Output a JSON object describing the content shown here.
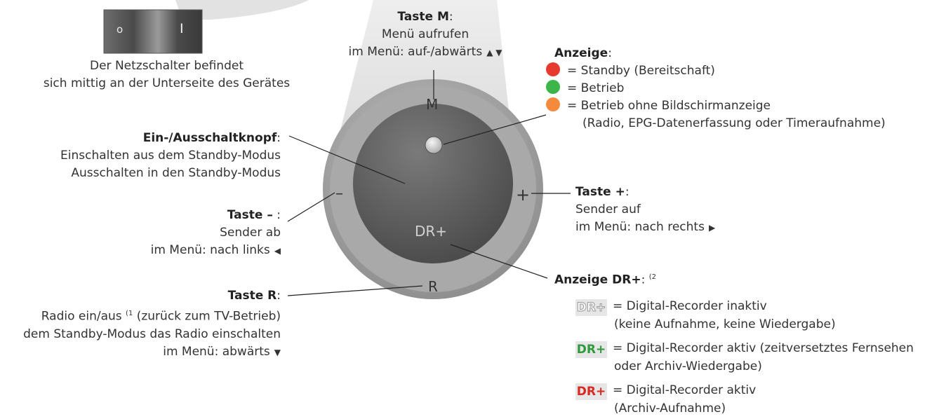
{
  "switch": {
    "off_mark": "o",
    "on_mark": "I",
    "caption_1": "Der Netzschalter befindet",
    "caption_2": "sich mittig an der Unterseite des Gerätes"
  },
  "knob": {
    "label_m": "M",
    "label_minus": "–",
    "label_plus": "+",
    "label_dr": "DR+",
    "label_r": "R"
  },
  "taste_m": {
    "title": "Taste M",
    "colon": ":",
    "line1": "Menü aufrufen",
    "line2": "im Menü: auf-/abwärts",
    "arrows": "▲ ▼"
  },
  "power_knob": {
    "title": "Ein-/Ausschaltknopf",
    "colon": ":",
    "line1": "Einschalten aus dem Standby-Modus",
    "line2": "Ausschalten in den Standby-Modus"
  },
  "taste_minus": {
    "title": "Taste –",
    "colon": " :",
    "line1": "Sender ab",
    "line2": "im Menü: nach links",
    "arrow": "◀"
  },
  "taste_r": {
    "title": "Taste R",
    "colon": ":",
    "line1": "Radio ein/aus",
    "footnote": "(1",
    "line1_rest": "(zurück zum TV-Betrieb)",
    "line2": "dem Standby-Modus das Radio einschalten",
    "line3": "im Menü: abwärts",
    "arrow": "▼"
  },
  "anzeige": {
    "title": "Anzeige",
    "colon": ":",
    "items": [
      {
        "color": "#e63a2e",
        "text": "= Standby (Bereitschaft)"
      },
      {
        "color": "#3cb54a",
        "text": "= Betrieb"
      },
      {
        "color": "#f58a3c",
        "text": "= Betrieb ohne Bildschirmanzeige"
      }
    ],
    "note": "(Radio, EPG-Datenerfassung oder Timeraufnahme)"
  },
  "taste_plus": {
    "title": "Taste +",
    "colon": ":",
    "line1": "Sender auf",
    "line2": "im Menü: nach rechts",
    "arrow": "▶"
  },
  "anzeige_dr": {
    "title": "Anzeige DR+",
    "colon": ":",
    "footnote": "(2",
    "badge": "DR+",
    "items": [
      {
        "line1": "= Digital-Recorder inaktiv",
        "line2": "(keine Aufnahme, keine Wiedergabe)",
        "color": "#9a9a9a"
      },
      {
        "line1": "= Digital-Recorder aktiv (zeitversetztes Fernsehen",
        "line2": "oder Archiv-Wiedergabe)",
        "color": "#2e9a3a"
      },
      {
        "line1": "= Digital-Recorder aktiv",
        "line2": "(Archiv-Aufnahme)",
        "color": "#d9281f"
      }
    ]
  }
}
